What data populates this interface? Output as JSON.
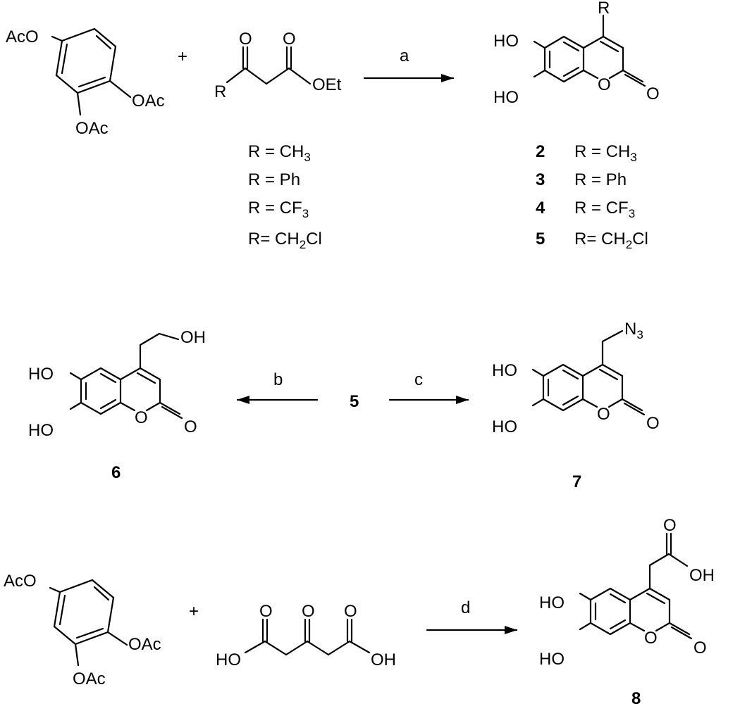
{
  "reaction1": {
    "reagent1": {
      "top": "AcO",
      "right": "OAc",
      "bottom": "OAc"
    },
    "plus": "+",
    "reagent2": {
      "r": "R",
      "oxo1": "O",
      "oxo2": "O",
      "ester": "OEt"
    },
    "r_options": [
      "R = CH3",
      "R = Ph",
      "R = CF3",
      "R= CH2Cl"
    ],
    "condition": "a",
    "product": {
      "r": "R",
      "oh_top": "HO",
      "oh_bottom": "HO",
      "ring_o": "O",
      "carbonyl_o": "O"
    },
    "products": [
      {
        "number": "2",
        "r": "R = CH3"
      },
      {
        "number": "3",
        "r": "R = Ph"
      },
      {
        "number": "4",
        "r": "R = CF3"
      },
      {
        "number": "5",
        "r": "R= CH2Cl"
      }
    ]
  },
  "reaction2": {
    "left_product": {
      "substituent": "OH",
      "oh_top": "HO",
      "oh_bottom": "HO",
      "ring_o": "O",
      "carbonyl_o": "O",
      "number": "6"
    },
    "condition_left": "b",
    "start": "5",
    "condition_right": "c",
    "right_product": {
      "substituent": "N3",
      "oh_top": "HO",
      "oh_bottom": "HO",
      "ring_o": "O",
      "carbonyl_o": "O",
      "number": "7"
    }
  },
  "reaction3": {
    "reagent1": {
      "top": "AcO",
      "right": "OAc",
      "bottom": "OAc"
    },
    "plus": "+",
    "reagent2": {
      "oxo1": "O",
      "oxo2": "O",
      "oxo3": "O",
      "left": "HO",
      "right": "OH"
    },
    "condition": "d",
    "product": {
      "acid_o": "O",
      "acid_oh": "OH",
      "oh_top": "HO",
      "oh_bottom": "HO",
      "ring_o": "O",
      "carbonyl_o": "O",
      "number": "8"
    }
  }
}
